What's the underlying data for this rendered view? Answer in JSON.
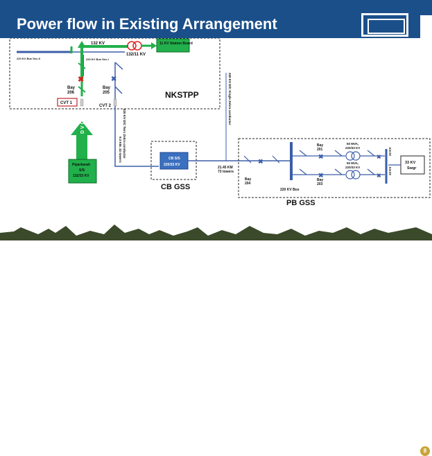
{
  "title": "Power flow in Existing Arrangement",
  "page_number": "8",
  "colors": {
    "header": "#1b4f8a",
    "green": "#21b04b",
    "red": "#e02020",
    "blue": "#3b5ea8",
    "cvt_box": "#c0262b",
    "cb_box": "#3b6fbf"
  },
  "icons": {
    "logo": "company-logo-icon"
  },
  "nkstpp": {
    "name": "NKSTPP",
    "bus_sec_ii": "220 KV Bus Sec-II",
    "bus_sec_i": "220 KV Bus Sec-I",
    "line_132kv": "132 KV",
    "transformer": "132/11 KV",
    "station_board": "11 KV Station Board",
    "bay_206": "Bay\n206",
    "bay_205": "Bay\n205",
    "cvt1": "CVT 1",
    "cvt2": "CVT 2"
  },
  "dvc": {
    "arrow_label": "D V C",
    "substation": "Piparbarah\nS/S\n132/33 KV"
  },
  "lines": {
    "vertical_1": "220 KV D/C Twin Zebra conductor",
    "vertical_1b": "9.3 KM, 32 towers",
    "vertical_2": "220 KV D/C Single Zebra conductor",
    "distance": "21.45 KM\n73 towers"
  },
  "cb_gss": {
    "name": "CB GSS",
    "box_line1": "CB S/S",
    "box_line2": "220/33 KV"
  },
  "pb_gss": {
    "name": "PB GSS",
    "bay_204": "Bay\n204",
    "bay_201": "Bay\n201",
    "bay_203": "Bay\n203",
    "bus": "220 KV Bus",
    "tx1": "50 MVA,\n220/33 KV",
    "tx2": "50 MVA,\n220/33 KV",
    "kv33_a": "33 KV",
    "kv33_b": "33 KV",
    "swgr": "33 KV\nSwgr"
  }
}
